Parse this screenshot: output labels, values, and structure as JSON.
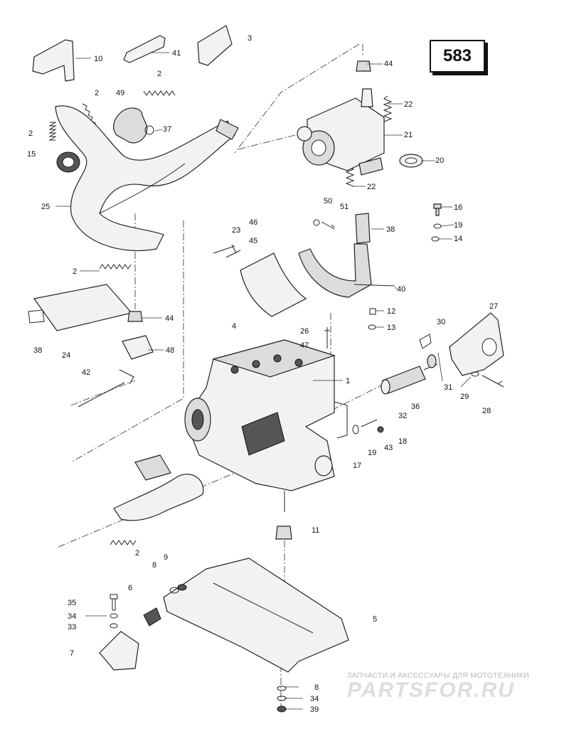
{
  "page_number": "583",
  "watermark": {
    "tagline": "ЗАПЧАСТИ И АКСЕССУАРЫ ДЛЯ МОТОТЕХНИКИ",
    "logo": "PARTSFOR.RU",
    "color": "#d8d8d8"
  },
  "callouts": [
    {
      "id": "c10",
      "text": "10"
    },
    {
      "id": "c41",
      "text": "41"
    },
    {
      "id": "c3",
      "text": "3"
    },
    {
      "id": "c44a",
      "text": "44"
    },
    {
      "id": "c2a",
      "text": "2"
    },
    {
      "id": "c49",
      "text": "49"
    },
    {
      "id": "c2b",
      "text": "2"
    },
    {
      "id": "c37",
      "text": "37"
    },
    {
      "id": "c2c",
      "text": "2"
    },
    {
      "id": "c15",
      "text": "15"
    },
    {
      "id": "c22a",
      "text": "22"
    },
    {
      "id": "c21",
      "text": "21"
    },
    {
      "id": "c20",
      "text": "20"
    },
    {
      "id": "c22b",
      "text": "22"
    },
    {
      "id": "c25",
      "text": "25"
    },
    {
      "id": "c50",
      "text": "50"
    },
    {
      "id": "c51",
      "text": "51"
    },
    {
      "id": "c16",
      "text": "16"
    },
    {
      "id": "c19a",
      "text": "19"
    },
    {
      "id": "c14",
      "text": "14"
    },
    {
      "id": "c46",
      "text": "46"
    },
    {
      "id": "c23",
      "text": "23"
    },
    {
      "id": "c45",
      "text": "45"
    },
    {
      "id": "c38a",
      "text": "38"
    },
    {
      "id": "c2d",
      "text": "2"
    },
    {
      "id": "c40",
      "text": "40"
    },
    {
      "id": "c44b",
      "text": "44"
    },
    {
      "id": "c12",
      "text": "12"
    },
    {
      "id": "c4",
      "text": "4"
    },
    {
      "id": "c13",
      "text": "13"
    },
    {
      "id": "c26",
      "text": "26"
    },
    {
      "id": "c47",
      "text": "47"
    },
    {
      "id": "c27",
      "text": "27"
    },
    {
      "id": "c38b",
      "text": "38"
    },
    {
      "id": "c24",
      "text": "24"
    },
    {
      "id": "c48",
      "text": "48"
    },
    {
      "id": "c30",
      "text": "30"
    },
    {
      "id": "c42",
      "text": "42"
    },
    {
      "id": "c1",
      "text": "1"
    },
    {
      "id": "c31",
      "text": "31"
    },
    {
      "id": "c29",
      "text": "29"
    },
    {
      "id": "c36",
      "text": "36"
    },
    {
      "id": "c32",
      "text": "32"
    },
    {
      "id": "c28",
      "text": "28"
    },
    {
      "id": "c18",
      "text": "18"
    },
    {
      "id": "c43",
      "text": "43"
    },
    {
      "id": "c19b",
      "text": "19"
    },
    {
      "id": "c17",
      "text": "17"
    },
    {
      "id": "c11",
      "text": "11"
    },
    {
      "id": "c2e",
      "text": "2"
    },
    {
      "id": "c9",
      "text": "9"
    },
    {
      "id": "c8a",
      "text": "8"
    },
    {
      "id": "c6",
      "text": "6"
    },
    {
      "id": "c35",
      "text": "35"
    },
    {
      "id": "c34a",
      "text": "34"
    },
    {
      "id": "c5",
      "text": "5"
    },
    {
      "id": "c33",
      "text": "33"
    },
    {
      "id": "c7",
      "text": "7"
    },
    {
      "id": "c8b",
      "text": "8"
    },
    {
      "id": "c34b",
      "text": "34"
    },
    {
      "id": "c39",
      "text": "39"
    }
  ]
}
